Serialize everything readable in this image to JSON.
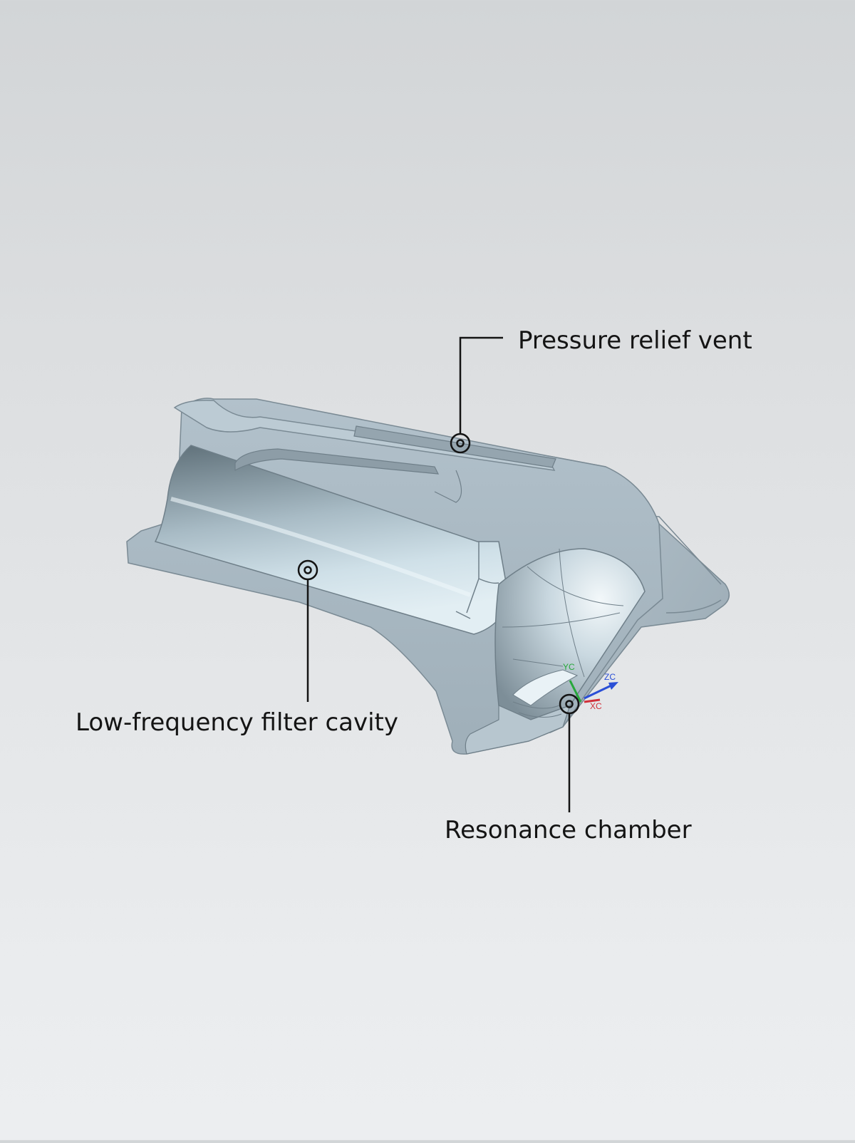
{
  "callouts": {
    "pressure_relief_vent": "Pressure relief vent",
    "low_frequency_filter_cavity": "Low-frequency filter cavity",
    "resonance_chamber": "Resonance chamber"
  },
  "triad": {
    "zc": "ZC",
    "yc": "YC",
    "xc": "XC"
  },
  "colors": {
    "outer_surface": "#a9b8c2",
    "cut_face": "#a4b3bd",
    "bore_dark": "#5e6f78",
    "bore_light": "#dceaf1",
    "leader_line": "#141414",
    "axis_x": "#d0303a",
    "axis_y": "#27a83b",
    "axis_z": "#2a4fd6"
  }
}
